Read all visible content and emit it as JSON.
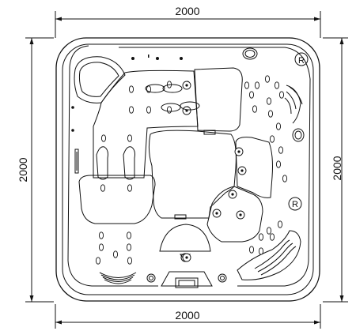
{
  "dimensions": {
    "top": "2000",
    "bottom": "2000",
    "left": "2000",
    "right": "2000"
  },
  "markers": {
    "r_top": "R",
    "r_right": "R"
  }
}
